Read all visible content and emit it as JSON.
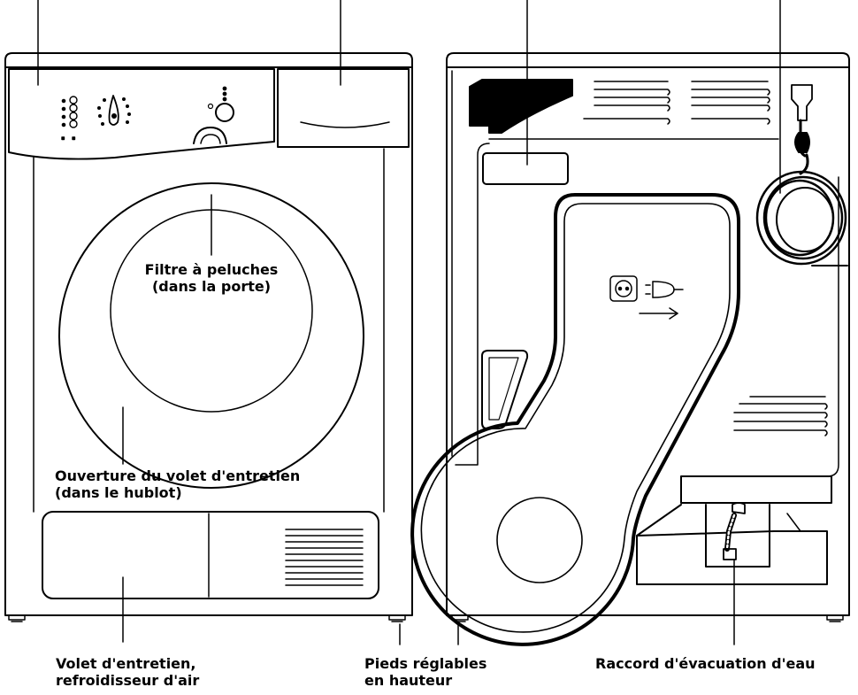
{
  "labels": {
    "lint_filter": [
      "Filtre à peluches",
      "(dans la porte)"
    ],
    "service_flap_opening": [
      "Ouverture du volet d'entretien",
      "(dans le hublot)"
    ],
    "service_flap": [
      "Volet d'entretien,",
      "refroidisseur d'air"
    ],
    "adjustable_feet": [
      "Pieds réglables",
      "en hauteur"
    ],
    "drain_connection": "Raccord d'évacuation d'eau"
  }
}
